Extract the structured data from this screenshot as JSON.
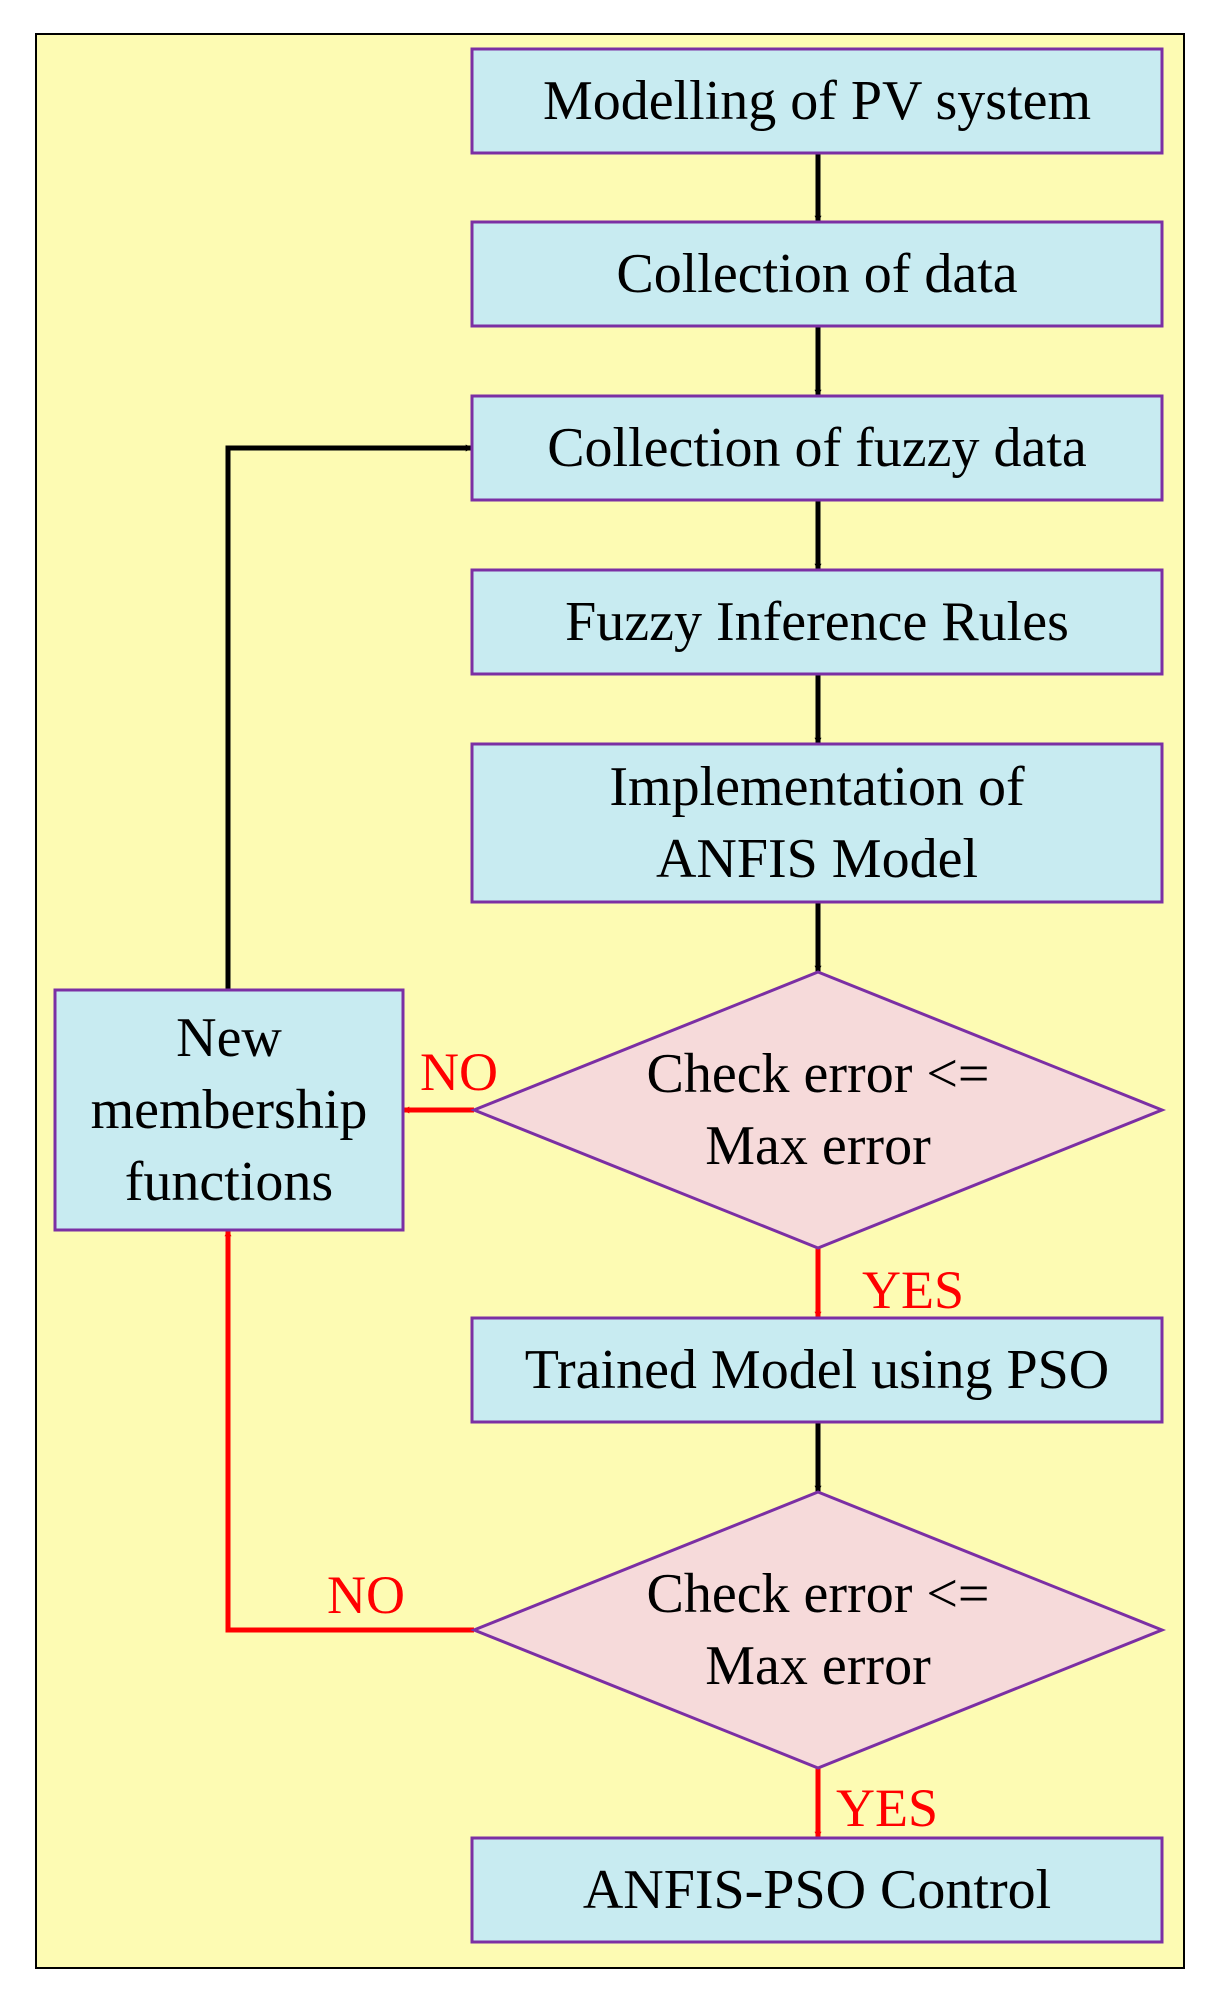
{
  "colors": {
    "background": "#fdfbb3",
    "frame": "#000000",
    "process_fill": "#c8ebf1",
    "process_stroke": "#7b2fa4",
    "decision_fill": "#f6dada",
    "decision_stroke": "#7b2fa4",
    "arrow_black": "#000000",
    "arrow_red": "#ff0000",
    "label_red": "#ff0000"
  },
  "nodes": {
    "modelling": {
      "lines": [
        "Modelling of PV system"
      ]
    },
    "collection_data": {
      "lines": [
        "Collection of data"
      ]
    },
    "collection_fuzzy": {
      "lines": [
        "Collection of fuzzy data"
      ]
    },
    "fuzzy_rules": {
      "lines": [
        "Fuzzy Inference Rules"
      ]
    },
    "anfis_impl": {
      "lines": [
        "Implementation of",
        "ANFIS Model"
      ]
    },
    "check1": {
      "lines": [
        "Check error <=",
        "Max error"
      ]
    },
    "trained_pso": {
      "lines": [
        "Trained Model using PSO"
      ]
    },
    "check2": {
      "lines": [
        "Check error <=",
        "Max error"
      ]
    },
    "anfis_pso": {
      "lines": [
        "ANFIS-PSO Control"
      ]
    },
    "new_mf": {
      "lines": [
        "New",
        "membership",
        "functions"
      ]
    }
  },
  "edge_labels": {
    "check1_no": "NO",
    "check1_yes": "YES",
    "check2_no": "NO",
    "check2_yes": "YES"
  }
}
